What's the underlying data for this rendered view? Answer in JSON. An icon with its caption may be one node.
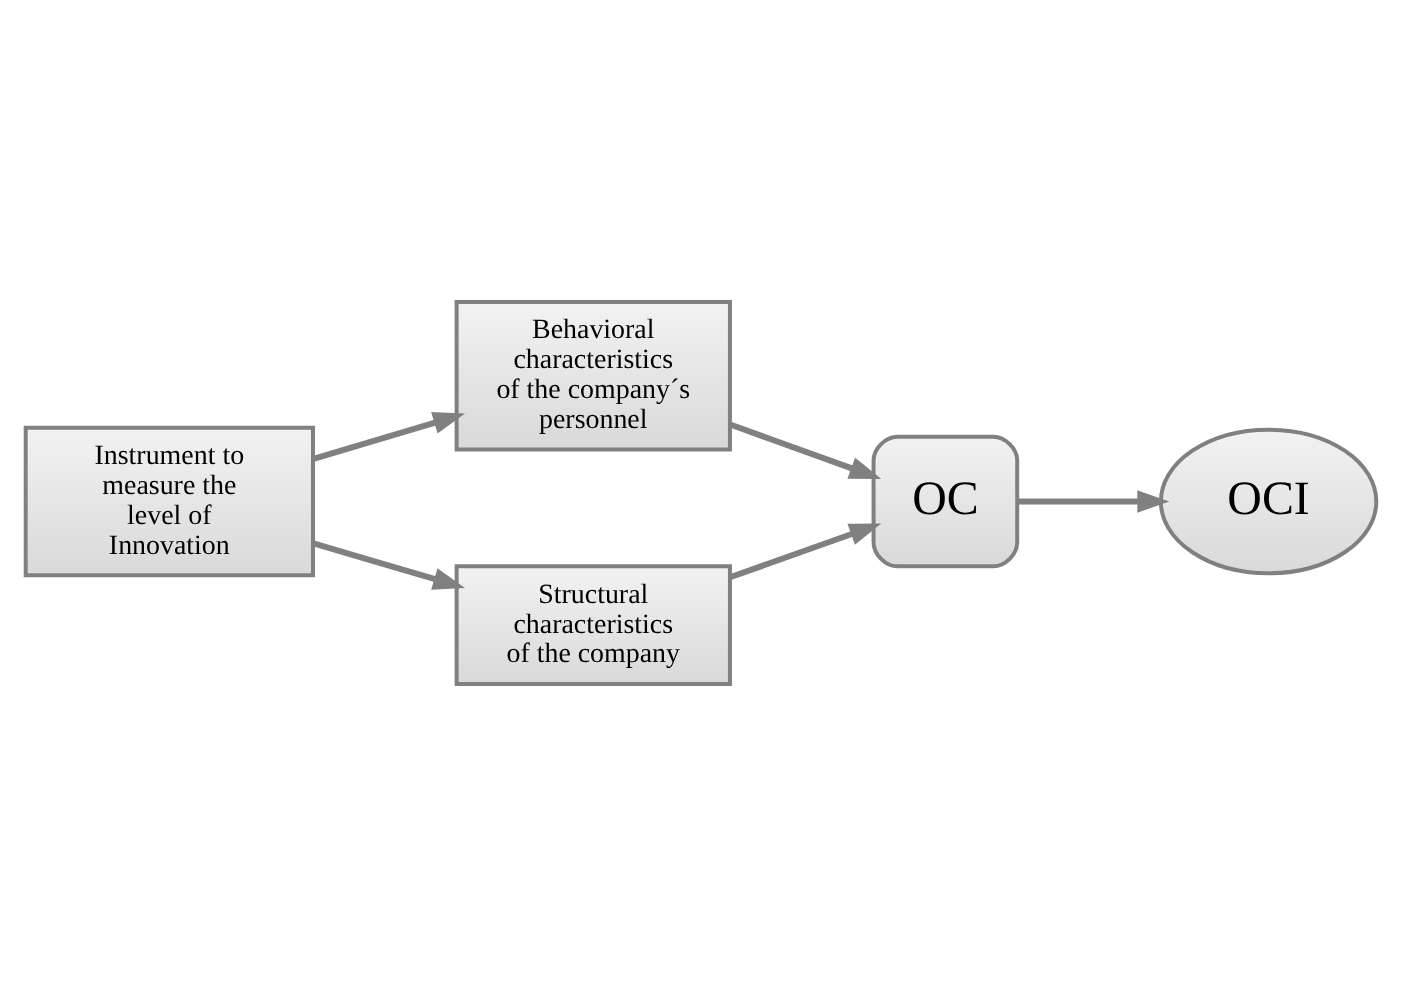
{
  "diagram": {
    "nodes": [
      {
        "text": [
          "Instrument to measure the level of Innovation"
        ]
      },
      {
        "text": [
          "Behavioral characteristics of the company´s personnel"
        ]
      },
      {
        "text": [
          "Structural characteristics of the company"
        ]
      },
      {
        "text": [
          "OC"
        ]
      },
      {
        "text": [
          "OCI"
        ]
      }
    ],
    "edges": [
      {
        "from": 0,
        "to": 1,
        "arrow": "to"
      },
      {
        "from": 0,
        "to": 2,
        "arrow": "to"
      },
      {
        "from": 1,
        "to": 3,
        "arrow": "to"
      },
      {
        "from": 2,
        "to": 3,
        "arrow": "to"
      },
      {
        "from": 3,
        "to": 4,
        "arrow": "to"
      }
    ]
  }
}
